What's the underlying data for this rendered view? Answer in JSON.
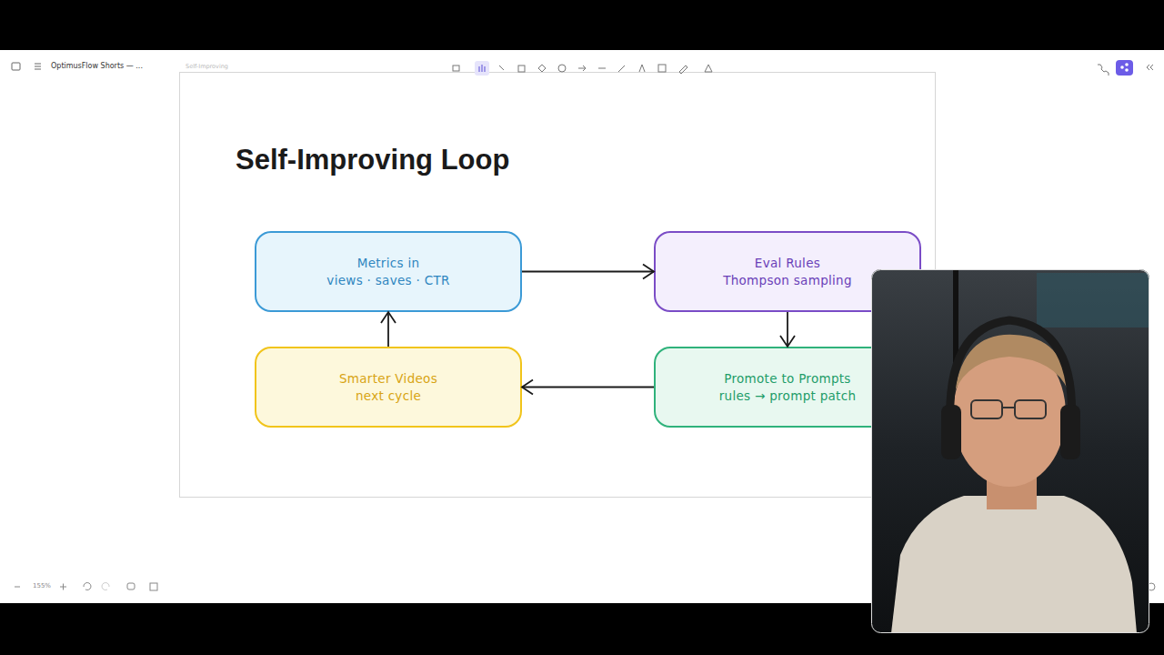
{
  "diagram": {
    "title": "Self-Improving Loop",
    "nodes": [
      {
        "text": [
          "Metrics in",
          "views · saves · CTR"
        ]
      },
      {
        "text": [
          "Eval Rules",
          "Thompson sampling"
        ]
      },
      {
        "text": [
          "Smarter Videos",
          "next cycle"
        ]
      },
      {
        "text": [
          "Promote to Prompts",
          "rules → prompt patch"
        ]
      }
    ],
    "edges": [
      {
        "from": 0,
        "to": 1,
        "arrow": "to"
      },
      {
        "from": 1,
        "to": 3,
        "arrow": "to"
      },
      {
        "from": 3,
        "to": 2,
        "arrow": "to"
      },
      {
        "from": 2,
        "to": 0,
        "arrow": "to"
      }
    ],
    "labels": [
      "OptimusFlow Shorts — ...",
      "Self-Improving",
      "155%"
    ]
  }
}
